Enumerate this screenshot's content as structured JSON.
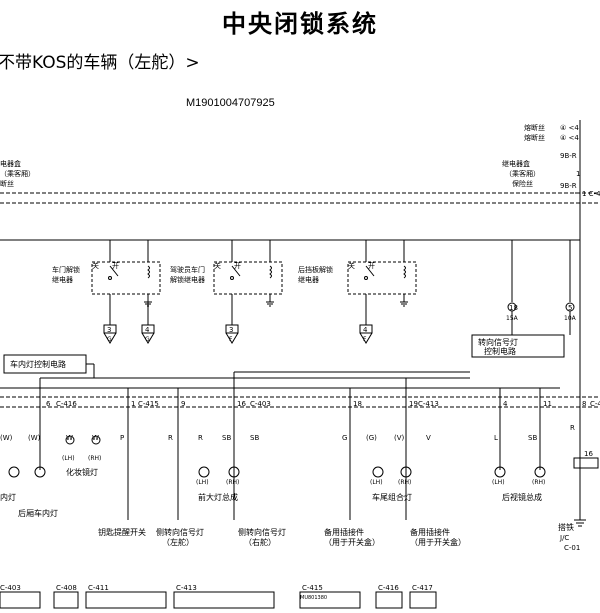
{
  "title": "中央闭锁系统",
  "subtitle": "不带KOS的车辆（左舵）>",
  "doc_id": "M1901004707925",
  "fuses": {
    "fuse1": "熔断丝",
    "fuse1_num": "④ <4",
    "fuse2": "熔断丝",
    "fuse2_num": "④ <4"
  },
  "relay_box_left": [
    "电器盒",
    "（乘客厢）",
    "断丝"
  ],
  "relay_box_right": [
    "继电器盒",
    "（乘客厢）",
    "保险丝"
  ],
  "relay_box_right_fuse": "1",
  "wire_9br_top": "9B-R",
  "wire_9br_bot": "9B-R",
  "conn_c_top": "1 C-4",
  "relays": {
    "door_unlock": [
      "车门解锁",
      "继电器"
    ],
    "driver_door": [
      "驾驶员车门",
      "解锁继电器"
    ],
    "tailgate": [
      "后挡板解锁",
      "继电器"
    ],
    "switch_off": "关",
    "switch_on": "开"
  },
  "pins": {
    "p3a": "3",
    "p4a": "4",
    "p3b": "3",
    "p4b": "4"
  },
  "pin_letters": {
    "g1": "G",
    "g2": "G",
    "g3": "F",
    "g4": "F"
  },
  "fuse_18": "18",
  "fuse_18_amp": "15A",
  "fuse_5": "5",
  "fuse_5_amp": "10A",
  "turn_signal": [
    "转向信号灯",
    "控制电路"
  ],
  "room_lamp_ctrl": "车内灯控制电路",
  "connectors": {
    "c416": "C-416",
    "c415": "C-415",
    "c403": "C-403",
    "c413": "C-413",
    "c401": "C-4"
  },
  "pin_nums": {
    "n6": "6",
    "n1": "1",
    "n9": "9",
    "n16": "16",
    "n18": "18",
    "n19": "19",
    "n4": "4",
    "n11": "11",
    "n8": "8",
    "n16b": "16"
  },
  "wire_colors": {
    "w1": "(W)",
    "w2": "(W)",
    "w3": "W",
    "w4": "W",
    "p": "P",
    "r1": "R",
    "r2": "R",
    "sb1": "SB",
    "sb2": "SB",
    "g": "G",
    "g2": "(G)",
    "v1": "(V)",
    "v2": "V",
    "l": "L",
    "sb3": "SB",
    "r3": "R"
  },
  "side_labels": {
    "lh1": "(LH)",
    "rh1": "(RH)",
    "lh2": "(LH)",
    "rh2": "(RH)",
    "lh3": "(LH)",
    "rh3": "(RH)",
    "lh4": "(LH)",
    "rh4": "(RH)"
  },
  "lamps": {
    "vanity": "化妆镜灯",
    "headlamp": "前大灯总成",
    "rear_combo": "车尾组合灯",
    "rear_mirror": "后视镜总成",
    "room": "内灯",
    "cargo": "后厢车内灯",
    "key_reminder": "钥匙提醒开关",
    "turn_lh": [
      "侧转向信号灯",
      "（左舵）"
    ],
    "turn_rh": [
      "侧转向信号灯",
      "（右舵）"
    ],
    "spare1": [
      "备用插接件",
      "（用于开关盒）"
    ],
    "spare2": [
      "备用插接件",
      "（用于开关盒）"
    ],
    "ground": "搭铁",
    "jc": "J/C",
    "c01": "C-01"
  },
  "bottom_connectors": [
    "C-403",
    "C-408",
    "C-411",
    "C-413",
    "C-415",
    "C-416",
    "C-417"
  ],
  "bottom_c415_sub": "MU801380"
}
